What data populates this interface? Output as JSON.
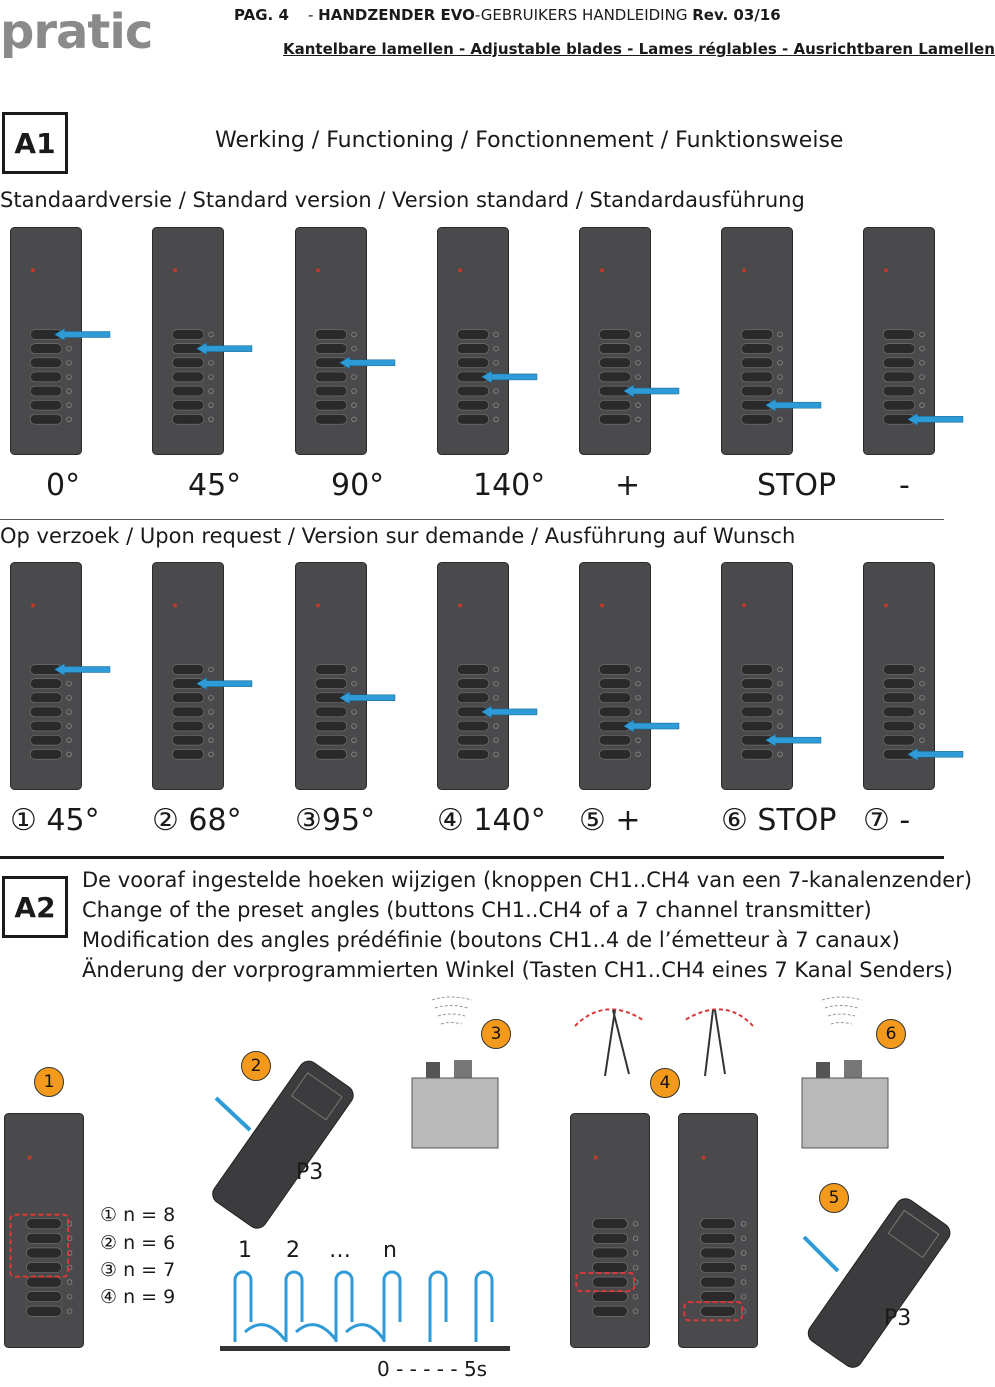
{
  "header": {
    "logo": "pratic",
    "page": "PAG. 4",
    "doc_title": "HANDZENDER EVO",
    "doc_sub": "-GEBRUIKERS HANDLEIDING",
    "rev": "Rev. 03/16",
    "subtitle": "Kantelbare lamellen - Adjustable blades - Lames réglables - Ausrichtbaren Lamellen"
  },
  "section_a1": {
    "badge": "A1",
    "title": "Werking / Functioning / Fonctionnement / Funktionsweise",
    "standard_title": "Standaardversie / Standard version / Version standard / Standardausführung",
    "standard_labels": [
      "0°",
      "45°",
      "90°",
      "140°",
      "+",
      "STOP",
      "-"
    ],
    "request_title": "Op verzoek / Upon request / Version sur demande / Ausführung auf Wunsch",
    "request_labels": [
      "① 45°",
      "② 68°",
      "③95°",
      "④ 140°",
      "⑤ +",
      "⑥ STOP",
      "⑦ -"
    ]
  },
  "section_a2": {
    "badge": "A2",
    "lines": [
      "De vooraf ingestelde hoeken wijzigen (knoppen CH1..CH4 van een 7-kanalenzender)",
      "Change of the preset angles (buttons CH1..CH4 of a 7 channel transmitter)",
      "Modification des angles prédéfinie (boutons CH1..4 de l’émetteur à 7 canaux)",
      "Änderung der vorprogrammierten Winkel (Tasten CH1..CH4 eines 7 Kanal Senders)"
    ],
    "steps": [
      "1",
      "2",
      "3",
      "4",
      "5",
      "6"
    ],
    "n_values": [
      "① n = 8",
      "② n = 6",
      "③ n = 7",
      "④ n = 9"
    ],
    "p3_label": "P3",
    "sequence": [
      "1",
      "2",
      "…",
      "n"
    ],
    "timer": "0 - - - - - 5s"
  },
  "colors": {
    "accent_blue": "#2e9bd6",
    "step_orange": "#f39a1d",
    "remote_grey": "#4a4a4c",
    "dashed_red": "#d9383a"
  }
}
